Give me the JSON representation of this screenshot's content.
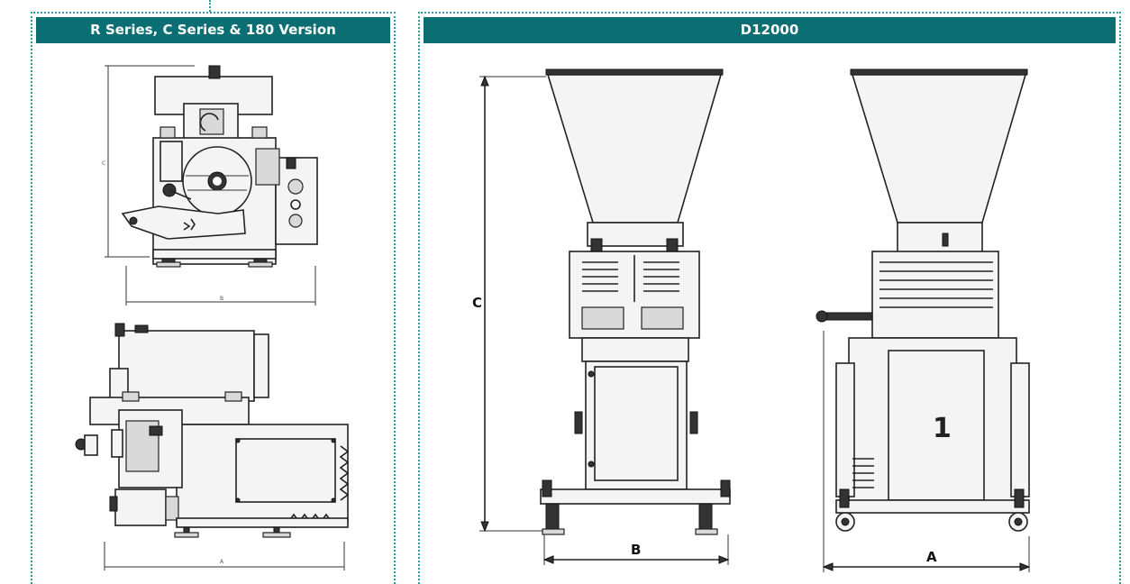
{
  "panels": {
    "left": {
      "title": "R Series, C Series & 180 Version",
      "front_view": {
        "dimension_labels": {
          "height": "C",
          "width": "B"
        }
      },
      "side_view": {
        "dimension_labels": {
          "length": "A"
        }
      }
    },
    "right": {
      "title": "D12000",
      "front_view": {
        "dimension_labels": {
          "height": "C",
          "width": "B"
        }
      },
      "side_view": {
        "dimension_labels": {
          "length": "A"
        },
        "panel_mark": "1"
      }
    }
  },
  "colors": {
    "header_bg": "#0b6e72",
    "header_text": "#ffffff",
    "dotted_border": "#2f9a9f"
  }
}
